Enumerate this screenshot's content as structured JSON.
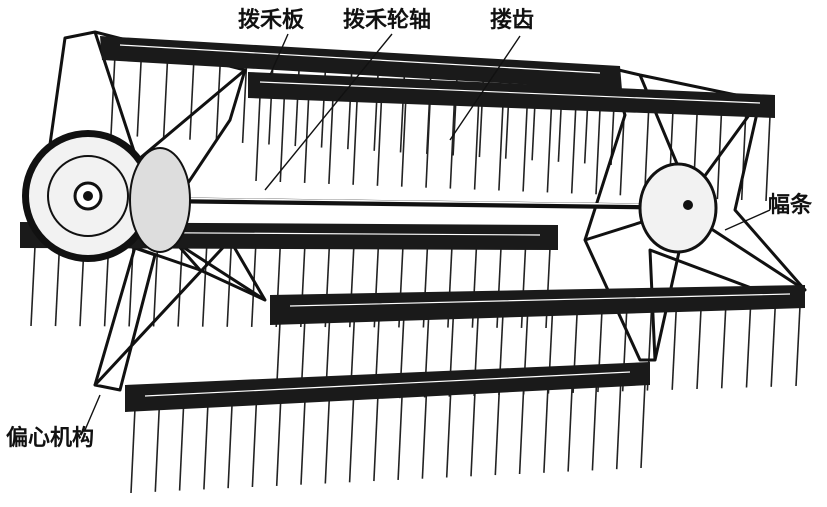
{
  "figure": {
    "labels": {
      "bohe_ban": "拨禾板",
      "bohe_lunzhou": "拨禾轮轴",
      "lou_chi": "搂齿",
      "fu_tiao": "幅条",
      "pianxin_jigou": "偏心机构"
    }
  },
  "colors": {
    "ink": "#111111",
    "bar_fill": "#1a1a1a",
    "hub_fill": "#f2f2f2",
    "background": "#ffffff"
  }
}
